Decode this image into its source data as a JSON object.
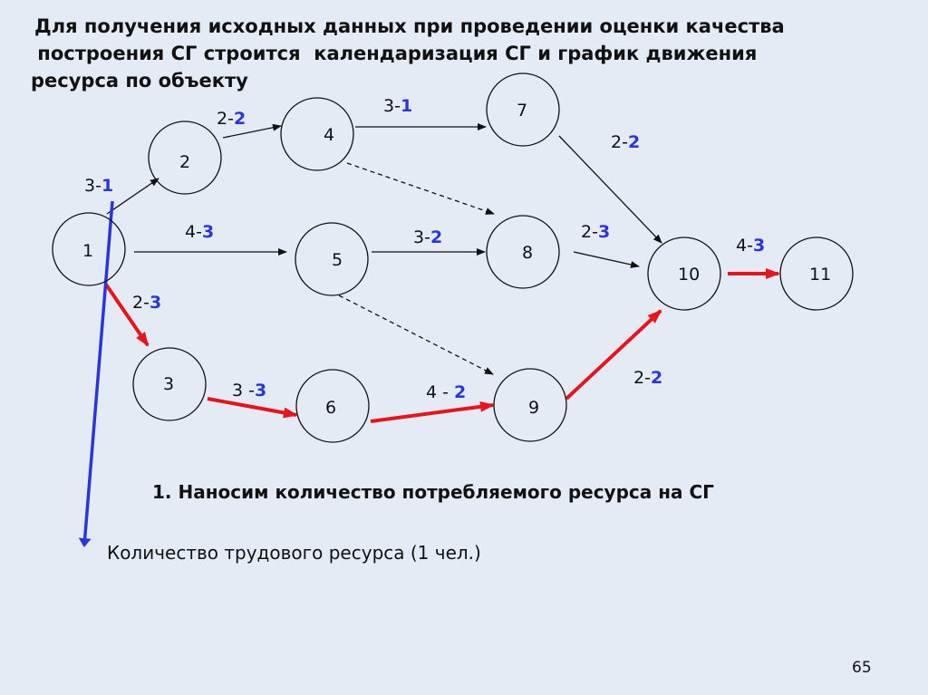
{
  "title_lines": [
    "Для получения исходных данных при проведении оценки качества",
    " построения СГ строится  календаризация СГ и график движения",
    "ресурса по объекту"
  ],
  "nodes": [
    "1",
    "2",
    "3",
    "4",
    "5",
    "6",
    "7",
    "8",
    "9",
    "10",
    "11"
  ],
  "edges": {
    "e1_2": {
      "a": "3-",
      "b": "1"
    },
    "e2_4": {
      "a": "2-",
      "b": "2"
    },
    "e4_7": {
      "a": "3-",
      "b": "1"
    },
    "e1_5": {
      "a": "4-",
      "b": "3"
    },
    "e5_8": {
      "a": "3-",
      "b": "2"
    },
    "e7_10": {
      "a": "2-",
      "b": "2"
    },
    "e8_10": {
      "a": "2-",
      "b": "3"
    },
    "e10_11": {
      "a": "4-",
      "b": "3"
    },
    "e1_3": {
      "a": "2-",
      "b": "3"
    },
    "e3_6": {
      "a": "3 -",
      "b": "3"
    },
    "e6_9": {
      "a": "4 - ",
      "b": "2"
    },
    "e9_10": {
      "a": "2-",
      "b": "2"
    }
  },
  "colors": {
    "critical": "#e8141c",
    "resource": "#2b35d8",
    "normal": "#111111"
  },
  "step_text": "1. Наносим количество потребляемого ресурса на СГ",
  "resource_axis_label": "Количество трудового ресурса (1 чел.)",
  "page_number": "65"
}
